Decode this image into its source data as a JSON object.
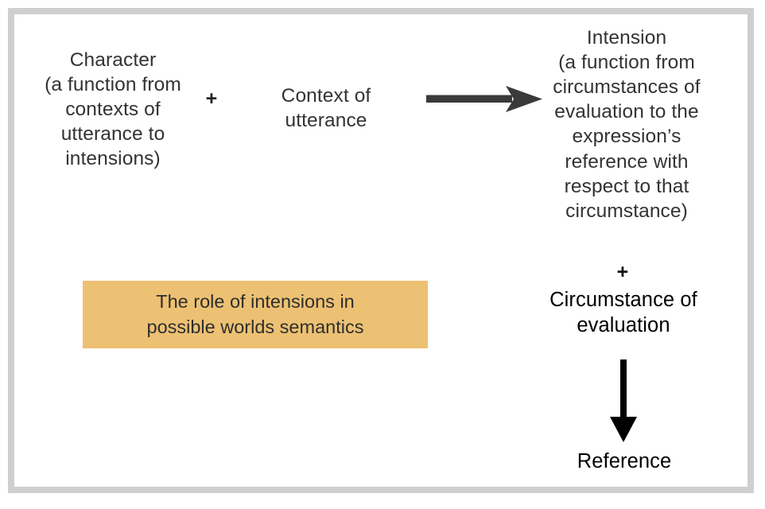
{
  "diagram": {
    "title": "The role of intensions in possible worlds semantics",
    "frame": {
      "border_color": "#cfcfcf",
      "background_color": "#ffffff"
    },
    "nodes": {
      "character": {
        "label": "Character\n(a function from\ncontexts of\nutterance to\nintensions)",
        "color": "#333333"
      },
      "context_of_utterance": {
        "label": "Context of\nutterance",
        "color": "#333333"
      },
      "intension": {
        "label": "Intension\n(a function from\ncircumstances of\nevaluation to the\nexpression’s\nreference with\nrespect to that\ncircumstance)",
        "color": "#333333"
      },
      "circumstance_of_evaluation": {
        "label": "Circumstance of\nevaluation",
        "color": "#000000"
      },
      "reference": {
        "label": "Reference",
        "color": "#000000"
      }
    },
    "operators": {
      "plus_left": "+",
      "plus_right": "+"
    },
    "arrows": {
      "horizontal": {
        "name": "character-plus-context-to-intension",
        "direction": "right",
        "color": "#3a3a3a"
      },
      "vertical": {
        "name": "intension-plus-circumstance-to-reference",
        "direction": "down",
        "color": "#000000"
      }
    },
    "caption": {
      "text": "The role of intensions in\npossible worlds semantics",
      "background_color": "#edc173",
      "text_color": "#2e2e2e"
    }
  }
}
